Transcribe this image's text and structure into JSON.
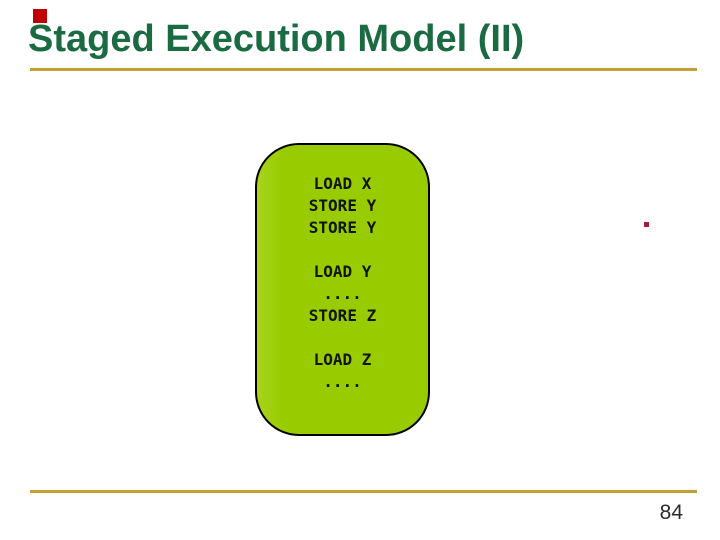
{
  "slide": {
    "title": "Staged Execution Model (II)",
    "page_number": "84",
    "code_box": {
      "lines": [
        "LOAD X",
        "STORE Y",
        "STORE Y",
        "",
        "LOAD Y",
        "....",
        "STORE Z",
        "",
        "LOAD Z",
        "...."
      ]
    },
    "colors": {
      "title_color": "#1b6b42",
      "rule_color": "#c2a033",
      "box_fill": "#99cc00",
      "box_border": "#000000",
      "corner_red": "#c00000",
      "dot_red": "#a81e36",
      "code_color": "#101400",
      "page_num_color": "#2b2b2b"
    }
  }
}
